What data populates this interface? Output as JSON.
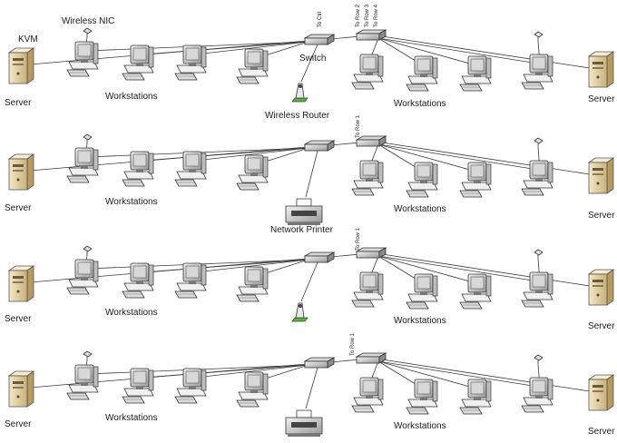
{
  "labels": {
    "kvm": "KVM",
    "wireless_nic": "Wireless NIC",
    "switch": "Switch",
    "wireless_router": "Wireless Router",
    "network_printer": "Network Printer",
    "server": "Server",
    "workstations": "Workstations"
  },
  "uplinks": {
    "row1_left": "To Ctrl",
    "row1_right": [
      "To Row 2",
      "To Row 3",
      "To Row 4"
    ],
    "row2_right": "To Row 1",
    "row3_right": "To Row 1",
    "row4_right": "To Row 1"
  },
  "colors": {
    "line": "#3a3a3a",
    "server_body": "#e9d9b0",
    "device_gray": "#9a9a9a",
    "router_green": "#4c9a3c"
  }
}
